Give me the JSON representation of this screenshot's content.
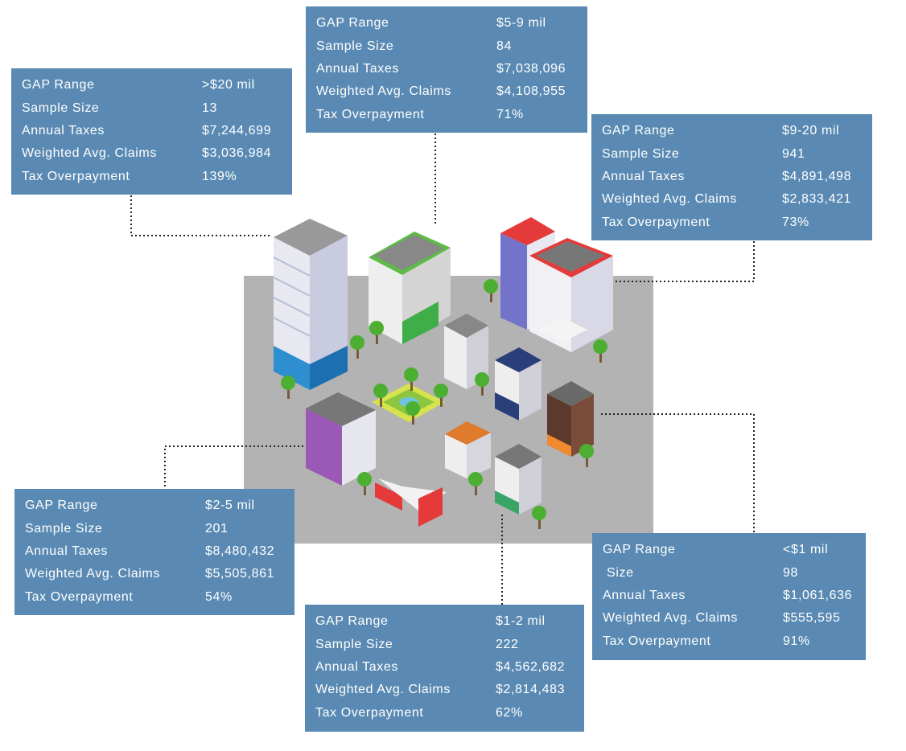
{
  "labels": {
    "gap_range": "GAP Range",
    "sample_size": "Sample Size",
    "size_short": " Size",
    "annual_taxes": "Annual Taxes",
    "weighted_claims": "Weighted Avg. Claims",
    "tax_overpayment": "Tax Overpayment"
  },
  "colors": {
    "card": "#5a8ab3",
    "plaza": "#b3b3b3"
  },
  "boxes": [
    {
      "id": "gt20",
      "gap_range": ">$20 mil",
      "sample_size": "13",
      "annual_taxes": "$7,244,699",
      "weighted_claims": "$3,036,984",
      "tax_overpayment": "139%"
    },
    {
      "id": "5to9",
      "gap_range": "$5-9 mil",
      "sample_size": "84",
      "annual_taxes": "$7,038,096",
      "weighted_claims": "$4,108,955",
      "tax_overpayment": "71%"
    },
    {
      "id": "9to20",
      "gap_range": "$9-20 mil",
      "sample_size": "941",
      "annual_taxes": "$4,891,498",
      "weighted_claims": "$2,833,421",
      "tax_overpayment": "73%"
    },
    {
      "id": "2to5",
      "gap_range": "$2-5 mil",
      "sample_size": "201",
      "annual_taxes": "$8,480,432",
      "weighted_claims": "$5,505,861",
      "tax_overpayment": "54%"
    },
    {
      "id": "lt1",
      "gap_range": "<$1 mil",
      "sample_size": "98",
      "annual_taxes": "$1,061,636",
      "weighted_claims": "$555,595",
      "tax_overpayment": "91%"
    },
    {
      "id": "1to2",
      "gap_range": "$1-2 mil",
      "sample_size": "222",
      "annual_taxes": "$4,562,682",
      "weighted_claims": "$2,814,483",
      "tax_overpayment": "62%"
    }
  ]
}
